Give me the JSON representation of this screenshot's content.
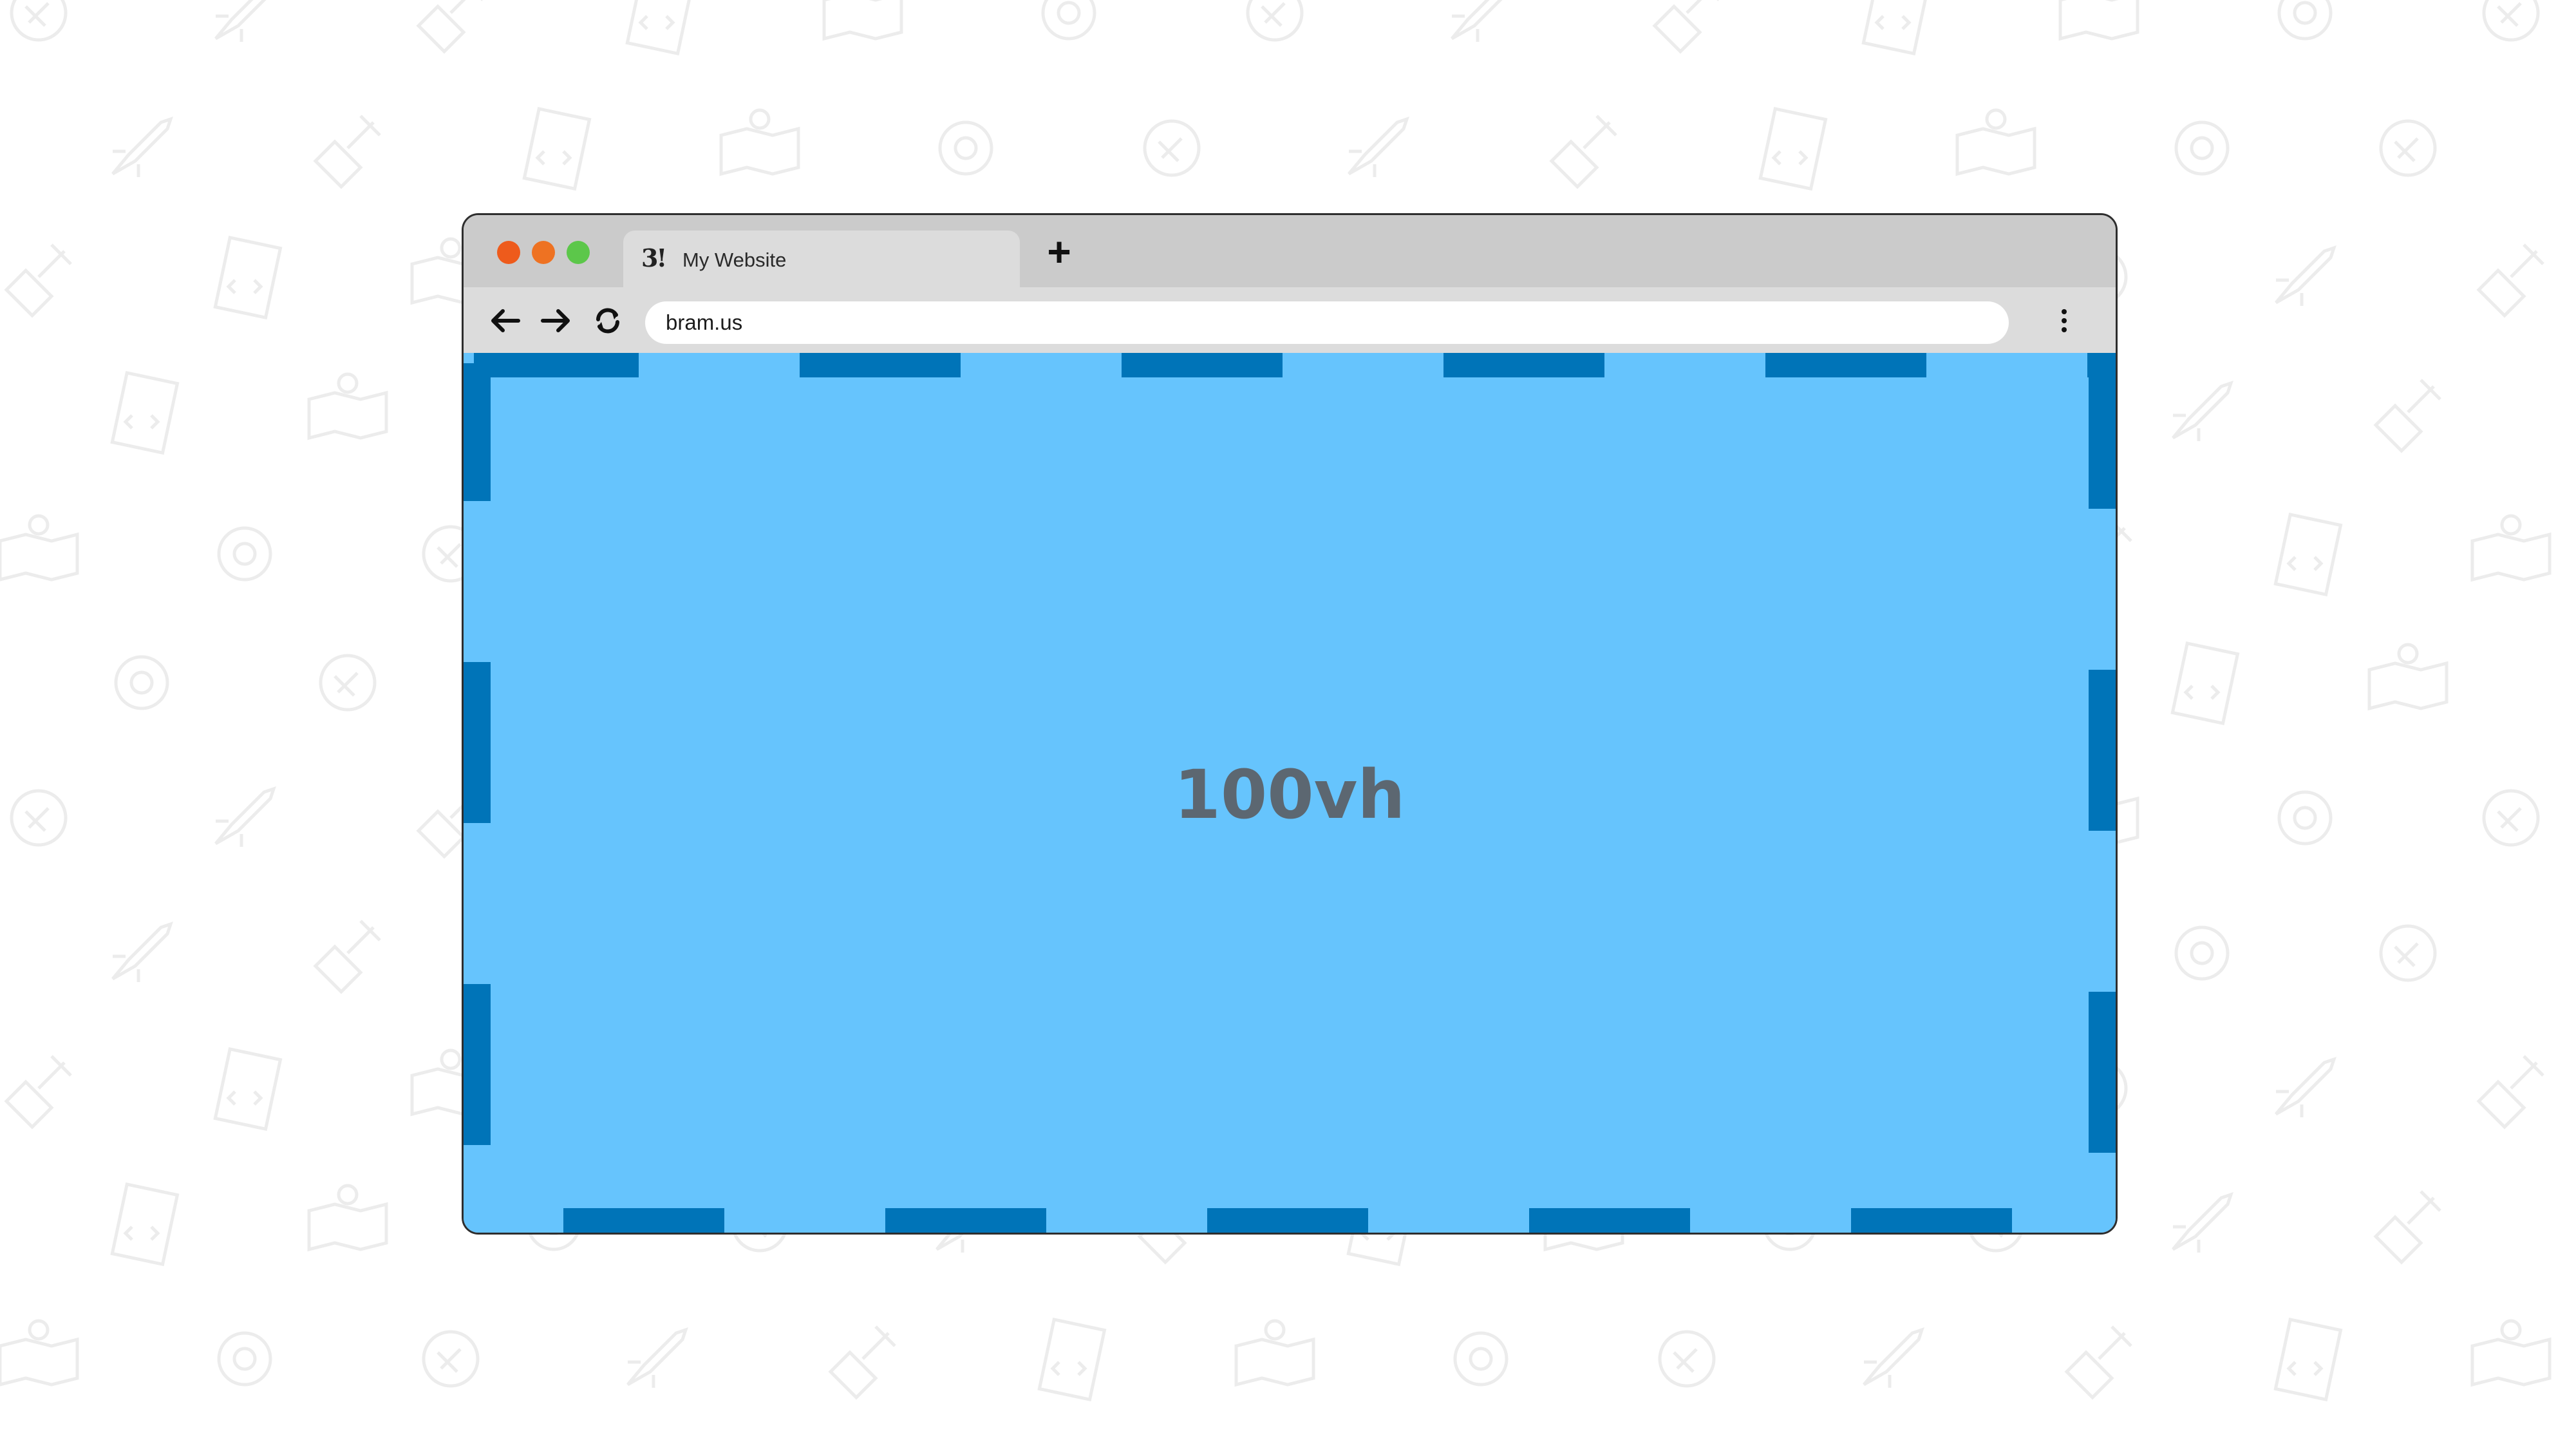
{
  "browser": {
    "window_controls": [
      "close",
      "minimize",
      "maximize"
    ],
    "colors": {
      "close": "#ee5b1c",
      "minimize": "#ee7222",
      "maximize": "#5cc74a",
      "chrome": "#cbcbcb",
      "viewport": "#66c4fd",
      "dash": "#0074b8"
    },
    "tab": {
      "favicon_text": "3!",
      "title": "My Website"
    },
    "new_tab_label": "+",
    "toolbar": {
      "back_icon": "arrow-left-icon",
      "forward_icon": "arrow-right-icon",
      "reload_icon": "reload-icon",
      "url": "bram.us",
      "menu_icon": "kebab-menu-icon"
    }
  },
  "viewport": {
    "label": "100vh"
  }
}
